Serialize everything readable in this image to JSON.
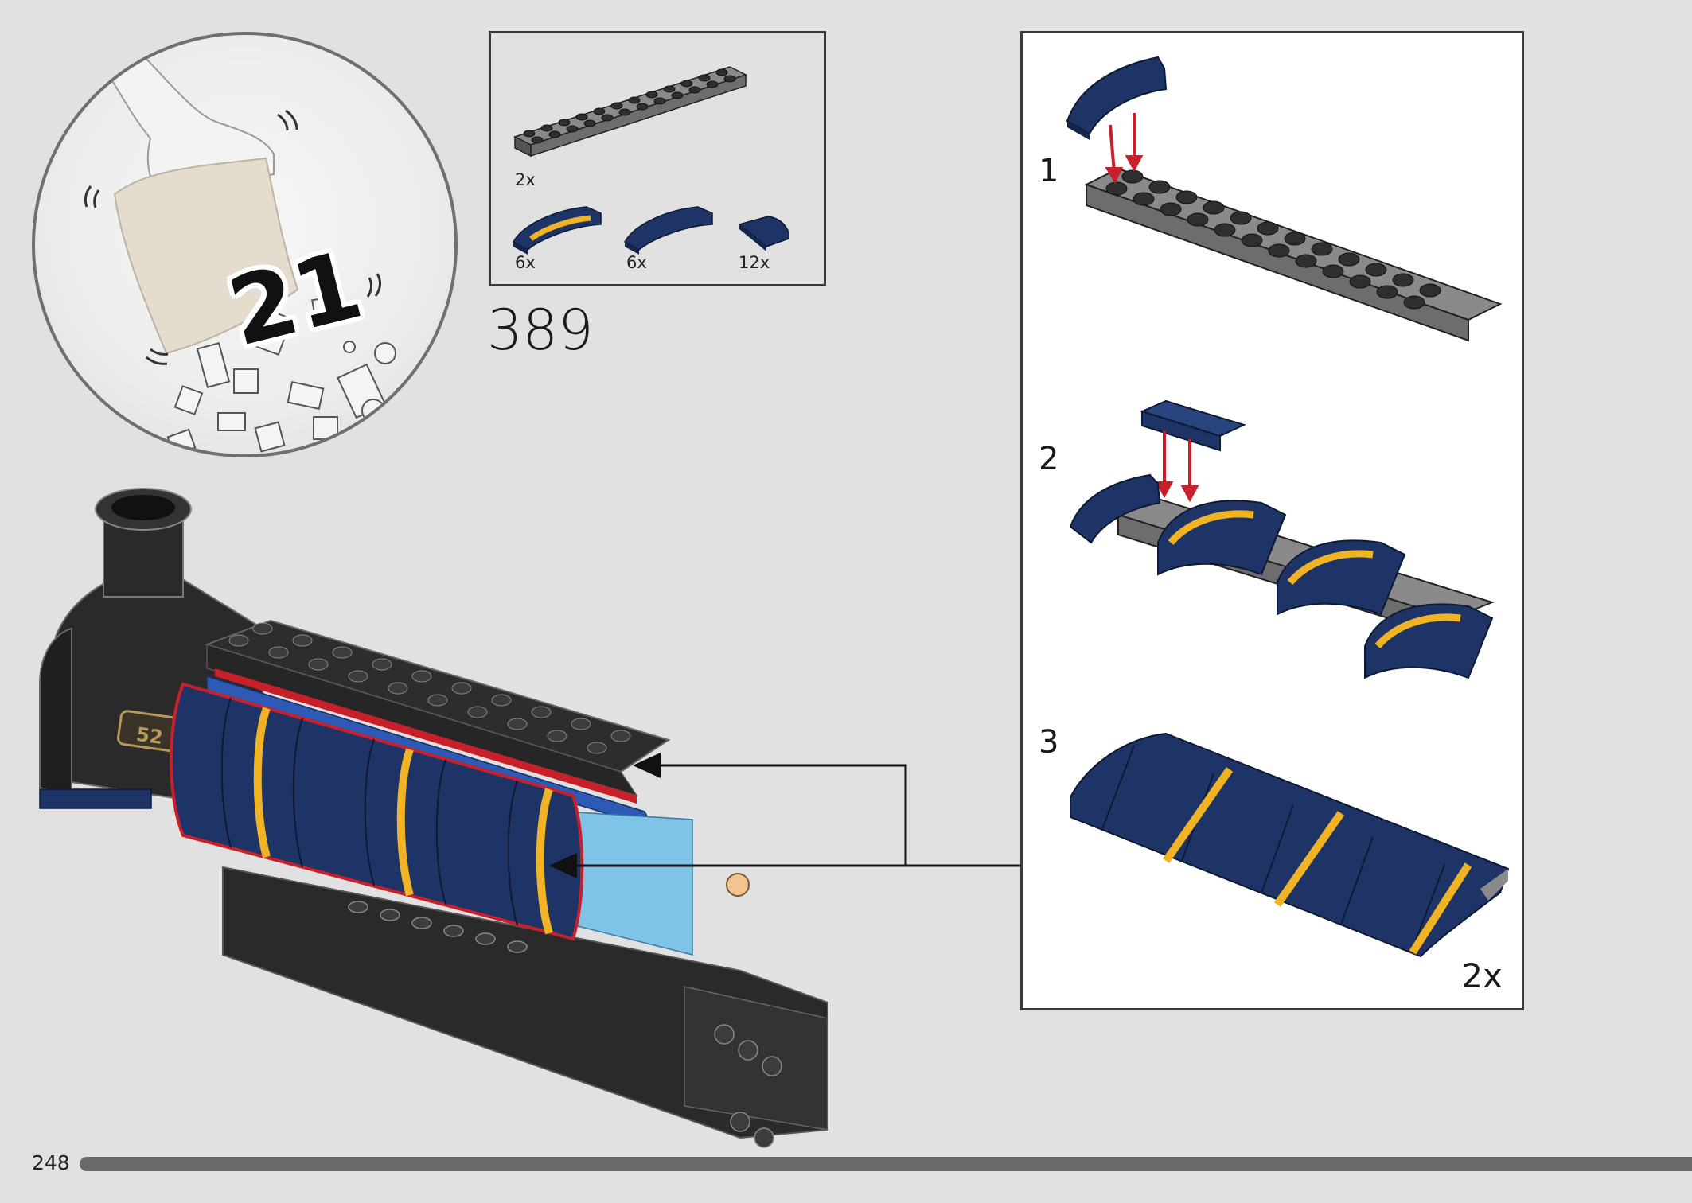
{
  "bag": {
    "number": "21"
  },
  "parts_list": {
    "items": [
      {
        "part": "dark-grey-2x12-plate",
        "quantity": "2x",
        "color": "#6d6d6d"
      },
      {
        "part": "blue-curved-slope-yellow-stripe",
        "quantity": "6x",
        "color": "#1e3466",
        "stripe": "#f0b323"
      },
      {
        "part": "blue-curved-slope",
        "quantity": "6x",
        "color": "#1e3466"
      },
      {
        "part": "blue-small-curved-slope",
        "quantity": "12x",
        "color": "#1e3466"
      }
    ]
  },
  "step": {
    "number": "389"
  },
  "substeps": [
    {
      "number": "1"
    },
    {
      "number": "2"
    },
    {
      "number": "3"
    }
  ],
  "subassembly_multiplier": "2x",
  "loco_number_plate": "52",
  "page": {
    "number": "248"
  },
  "colors": {
    "background": "#e1e1e1",
    "dark_blue": "#1e3466",
    "yellow_stripe": "#f0b323",
    "black_brick": "#2a2a2a",
    "dark_grey": "#6d6d6d",
    "red_arrow": "#c8202a",
    "light_blue": "#7fc4e6"
  }
}
